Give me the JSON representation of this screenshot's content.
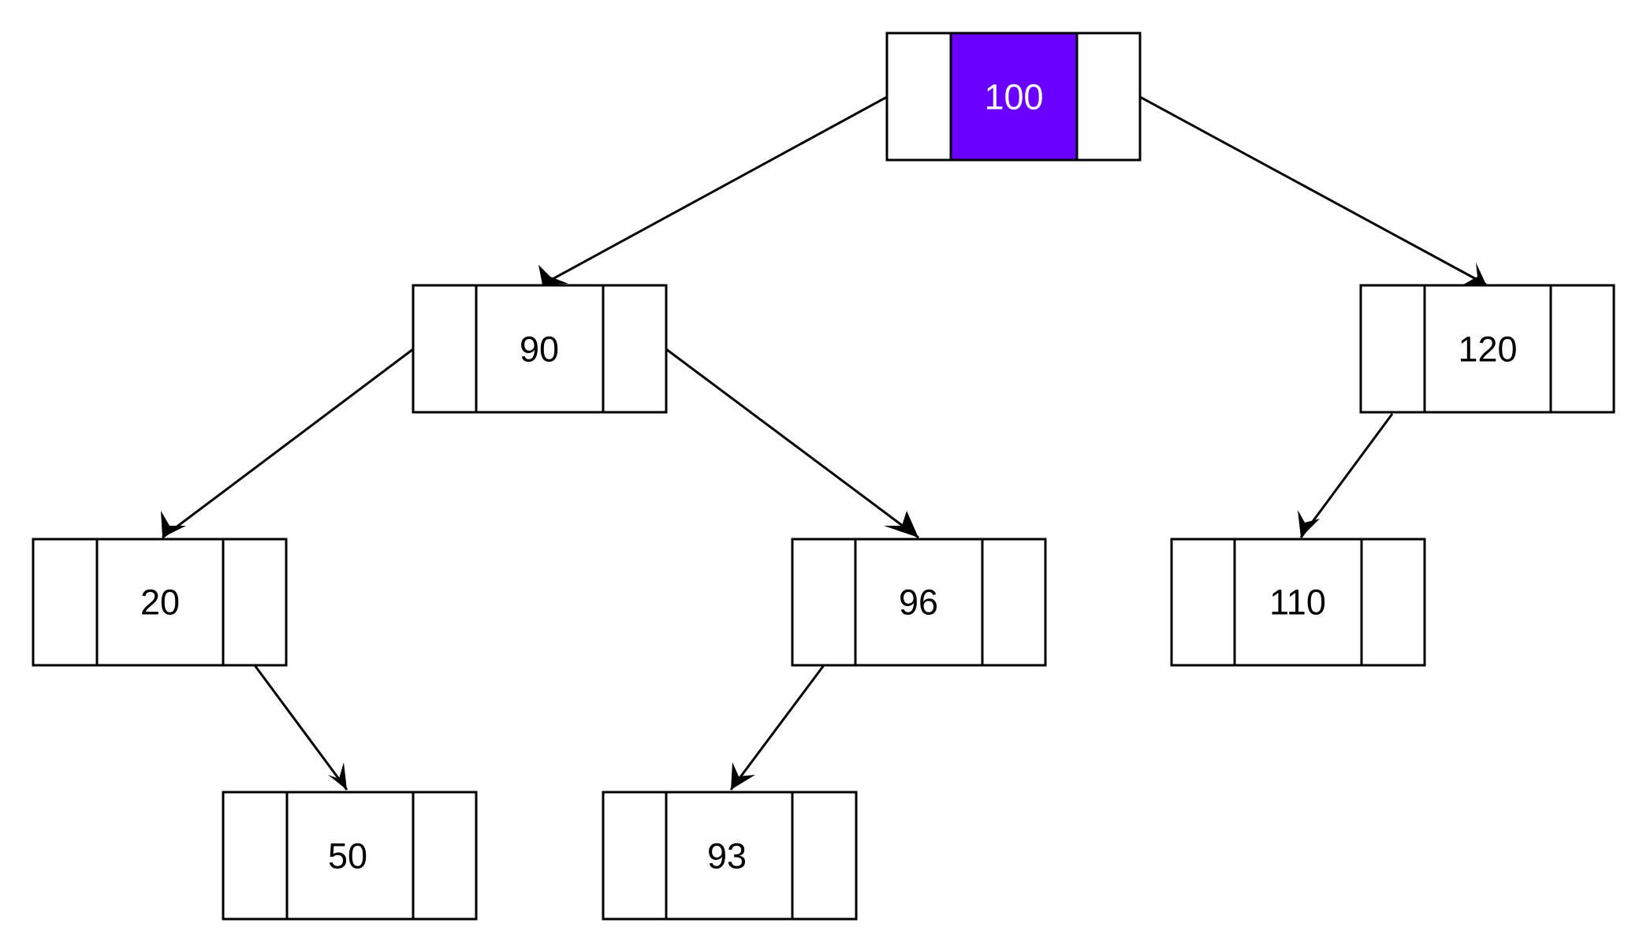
{
  "highlight_color": "#6a00ff",
  "nodes": [
    {
      "id": "n100",
      "value": "100",
      "highlighted": true
    },
    {
      "id": "n90",
      "value": "90",
      "highlighted": false
    },
    {
      "id": "n120",
      "value": "120",
      "highlighted": false
    },
    {
      "id": "n20",
      "value": "20",
      "highlighted": false
    },
    {
      "id": "n96",
      "value": "96",
      "highlighted": false
    },
    {
      "id": "n110",
      "value": "110",
      "highlighted": false
    },
    {
      "id": "n50",
      "value": "50",
      "highlighted": false
    },
    {
      "id": "n93",
      "value": "93",
      "highlighted": false
    }
  ],
  "edges": [
    {
      "from": "n100",
      "to": "n90"
    },
    {
      "from": "n100",
      "to": "n120"
    },
    {
      "from": "n90",
      "to": "n20"
    },
    {
      "from": "n90",
      "to": "n96"
    },
    {
      "from": "n120",
      "to": "n110"
    },
    {
      "from": "n20",
      "to": "n50"
    },
    {
      "from": "n96",
      "to": "n93"
    }
  ]
}
